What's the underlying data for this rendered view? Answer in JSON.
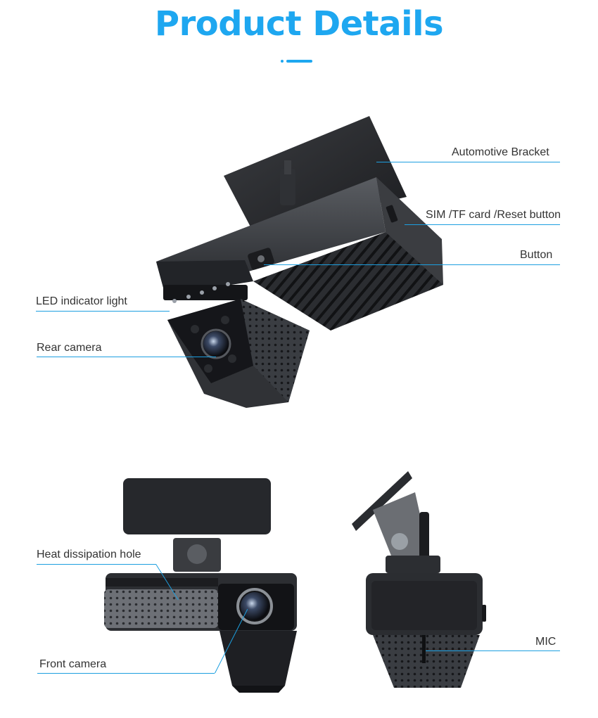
{
  "title": "Product Details",
  "colors": {
    "accent": "#1ea7f0",
    "line": "#1c9fe0",
    "device_dark": "#2a2c30",
    "device_mid": "#4a4d52"
  },
  "labels": {
    "bracket": "Automotive Bracket",
    "sim": "SIM /TF card /Reset button",
    "button": "Button",
    "led": "LED indicator light",
    "rear": "Rear camera",
    "heat": "Heat dissipation hole",
    "front": "Front camera",
    "mic": "MIC"
  }
}
